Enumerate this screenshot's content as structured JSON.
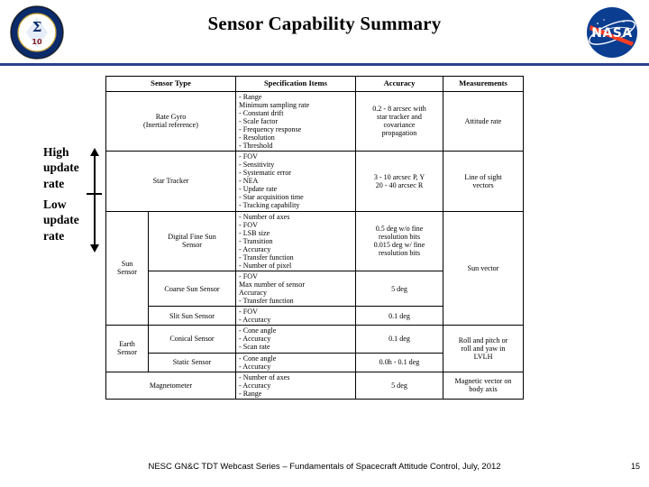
{
  "header": {
    "title": "Sensor Capability Summary",
    "left_logo": "nesc-seal-logo",
    "right_logo": "nasa-meatball-logo",
    "accent_color": "#2b3f8c",
    "nasa_red": "#fc3d21",
    "nasa_blue": "#0b3d91"
  },
  "annotation": {
    "high_label": "High\nupdate\nrate",
    "high_line1": "High",
    "high_line2": "update",
    "high_line3": "rate",
    "low_line1": "Low",
    "low_line2": "update",
    "low_line3": "rate"
  },
  "table": {
    "headers": [
      "Sensor  Type",
      "Specification Items",
      "Accuracy",
      "Measurements"
    ],
    "rows": [
      {
        "group": "",
        "sensor": "Rate Gyro\n(Inertial reference)",
        "sensor_line1": "Rate Gyro",
        "sensor_line2": "(Inertial reference)",
        "specs": [
          "- Range",
          "   Minimum sampling rate",
          "- Constant drift",
          "- Scale factor",
          "- Frequency response",
          "- Resolution",
          "- Threshold"
        ],
        "accuracy": [
          "0.2 - 8 arcsec with",
          "star tracker and",
          "covariance",
          "propagation"
        ],
        "measurements": [
          "Attitude rate"
        ]
      },
      {
        "group": "",
        "sensor": "Star Tracker",
        "sensor_line1": "Star Tracker",
        "sensor_line2": "",
        "specs": [
          "- FOV",
          "- Sensitivity",
          "- Systematic error",
          "- NEA",
          "- Update rate",
          "- Star acquisition time",
          "- Tracking capability"
        ],
        "accuracy": [
          "3 - 10 arcsec P, Y",
          "20 - 40 arcsec R"
        ],
        "measurements": [
          "Line of sight",
          "vectors"
        ]
      },
      {
        "group": "Sun\nSensor",
        "sensor": "Digital Fine Sun\nSensor",
        "sensor_line1": "Digital Fine Sun",
        "sensor_line2": "Sensor",
        "specs": [
          "- Number of axes",
          "- FOV",
          "- LSB size",
          "- Transition",
          "- Accuracy",
          "- Transfer function",
          "- Number of pixel"
        ],
        "accuracy": [
          "0.5 deg w/o fine",
          "resolution bits",
          "0.015 deg w/ fine",
          "resolution bits"
        ],
        "measurements": [
          "Sun vector"
        ]
      },
      {
        "group": "",
        "sensor": "Coarse Sun Sensor",
        "sensor_line1": "Coarse Sun Sensor",
        "sensor_line2": "",
        "specs": [
          "- FOV",
          "   Max number of sensor",
          "   Accuracy",
          "- Transfer function"
        ],
        "accuracy": [
          "5 deg"
        ],
        "measurements": [
          ""
        ]
      },
      {
        "group": "",
        "sensor": "Slit Sun Sensor",
        "sensor_line1": "Slit Sun Sensor",
        "sensor_line2": "",
        "specs": [
          "- FOV",
          "- Accuracy"
        ],
        "accuracy": [
          "0.1 deg"
        ],
        "measurements": [
          ""
        ]
      },
      {
        "group": "Earth\nSensor",
        "sensor": "Conical Sensor",
        "sensor_line1": "Conical Sensor",
        "sensor_line2": "",
        "specs": [
          "- Cone angle",
          "- Accuracy",
          "- Scan rate"
        ],
        "accuracy": [
          "0.1 deg"
        ],
        "measurements": [
          "Roll and pitch or",
          "roll and yaw in",
          "LVLH"
        ]
      },
      {
        "group": "",
        "sensor": "Static Sensor",
        "sensor_line1": "Static Sensor",
        "sensor_line2": "",
        "specs": [
          "- Cone angle",
          "- Accuracy"
        ],
        "accuracy": [
          "0.0h - 0.1 deg"
        ],
        "measurements": [
          ""
        ]
      },
      {
        "group": "",
        "sensor": "Magnetometer",
        "sensor_line1": "Magnetometer",
        "sensor_line2": "",
        "specs": [
          "- Number of axes",
          "- Accuracy",
          "- Range"
        ],
        "accuracy": [
          "5 deg"
        ],
        "measurements": [
          "Magnetic vector on",
          "body axis"
        ]
      }
    ]
  },
  "footer": {
    "text": "NESC GN&C TDT Webcast Series – Fundamentals of Spacecraft Attitude Control, July, 2012",
    "page_number": "15"
  }
}
